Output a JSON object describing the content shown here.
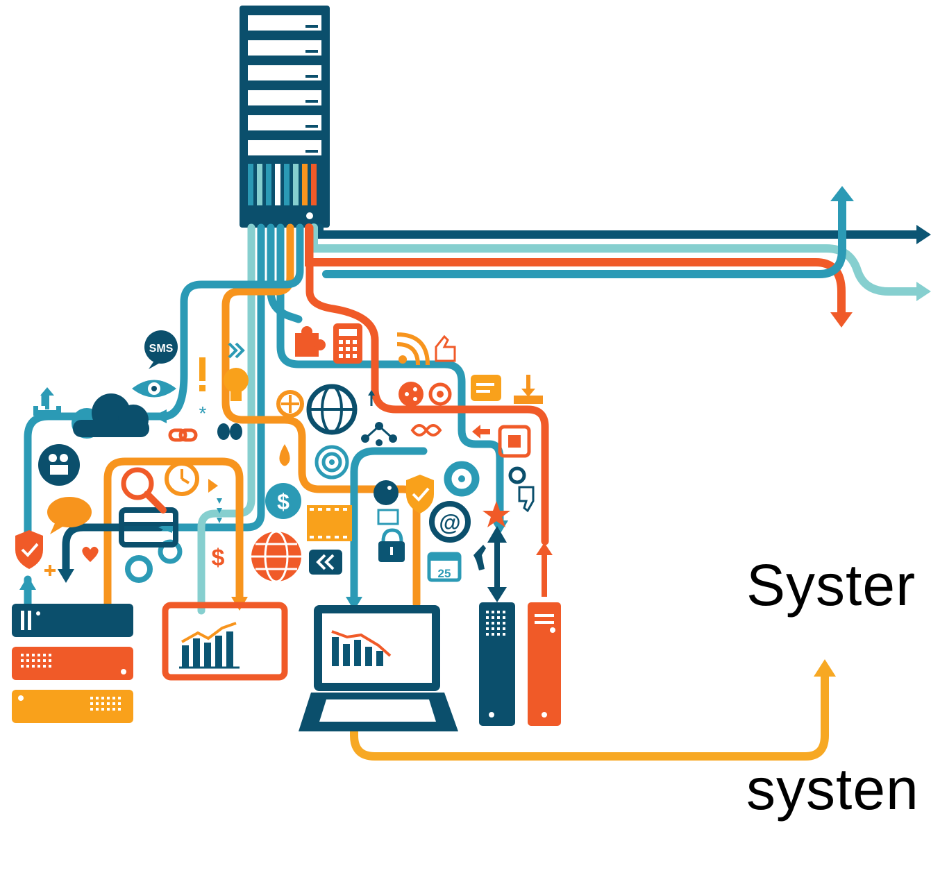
{
  "slide": {
    "headline_line1": "Syster",
    "headline_line2": "systen"
  },
  "illustration": {
    "icons": {
      "sms_label": "SMS",
      "calendar_day": "25",
      "dollar_sign": "$",
      "at_sign": "@"
    }
  },
  "colors": {
    "navy": "#0b5573",
    "teal": "#2b9ab5",
    "light_teal": "#86cfcf",
    "orange": "#f05a28",
    "amber": "#f7941d",
    "yellow": "#f9a11b"
  }
}
